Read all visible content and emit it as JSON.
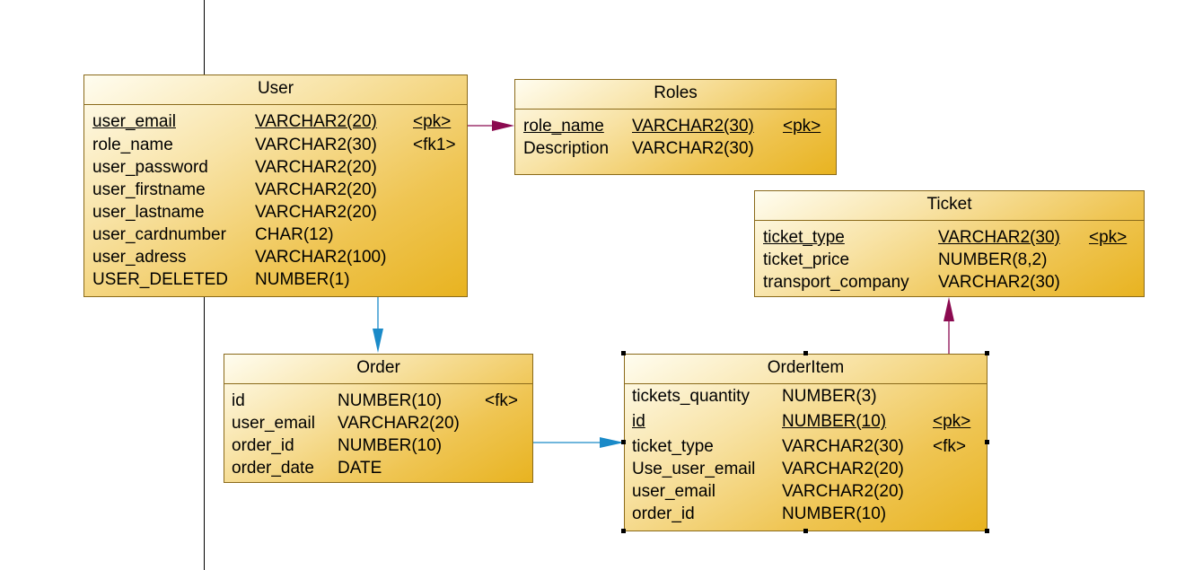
{
  "diagram": {
    "entities": {
      "user": {
        "name": "User",
        "rows": [
          {
            "col": "user_email",
            "type": "VARCHAR2(20)",
            "key": "<pk>",
            "underline": true
          },
          {
            "col": "role_name",
            "type": "VARCHAR2(30)",
            "key": "<fk1>",
            "underline": false
          },
          {
            "col": "user_password",
            "type": "VARCHAR2(20)",
            "key": "",
            "underline": false
          },
          {
            "col": "user_firstname",
            "type": "VARCHAR2(20)",
            "key": "",
            "underline": false
          },
          {
            "col": "user_lastname",
            "type": "VARCHAR2(20)",
            "key": "",
            "underline": false
          },
          {
            "col": "user_cardnumber",
            "type": "CHAR(12)",
            "key": "",
            "underline": false
          },
          {
            "col": "user_adress",
            "type": "VARCHAR2(100)",
            "key": "",
            "underline": false
          },
          {
            "col": "USER_DELETED",
            "type": "NUMBER(1)",
            "key": "",
            "underline": false
          }
        ]
      },
      "roles": {
        "name": "Roles",
        "rows": [
          {
            "col": "role_name",
            "type": "VARCHAR2(30)",
            "key": "<pk>",
            "underline": true
          },
          {
            "col": "Description",
            "type": "VARCHAR2(30)",
            "key": "",
            "underline": false
          }
        ]
      },
      "ticket": {
        "name": "Ticket",
        "rows": [
          {
            "col": "ticket_type",
            "type": "VARCHAR2(30)",
            "key": "<pk>",
            "underline": true
          },
          {
            "col": "ticket_price",
            "type": "NUMBER(8,2)",
            "key": "",
            "underline": false
          },
          {
            "col": "transport_company",
            "type": "VARCHAR2(30)",
            "key": "",
            "underline": false
          }
        ]
      },
      "order": {
        "name": "Order",
        "rows": [
          {
            "col": "id",
            "type": "NUMBER(10)",
            "key": "<fk>",
            "underline": false
          },
          {
            "col": "user_email",
            "type": "VARCHAR2(20)",
            "key": "",
            "underline": false
          },
          {
            "col": "order_id",
            "type": "NUMBER(10)",
            "key": "",
            "underline": false
          },
          {
            "col": "order_date",
            "type": "DATE",
            "key": "",
            "underline": false
          }
        ]
      },
      "orderitem": {
        "name": "OrderItem",
        "rows": [
          {
            "col": "tickets_quantity",
            "type": "NUMBER(3)",
            "key": "",
            "underline": false
          },
          {
            "col": "id",
            "type": "NUMBER(10)",
            "key": "<pk>",
            "underline": true
          },
          {
            "col": "ticket_type",
            "type": "VARCHAR2(30)",
            "key": "<fk>",
            "underline": false
          },
          {
            "col": "Use_user_email",
            "type": "VARCHAR2(20)",
            "key": "",
            "underline": false
          },
          {
            "col": "user_email",
            "type": "VARCHAR2(20)",
            "key": "",
            "underline": false
          },
          {
            "col": "order_id",
            "type": "NUMBER(10)",
            "key": "",
            "underline": false
          }
        ]
      }
    },
    "relationships": [
      {
        "from": "User",
        "to": "Roles",
        "color": "#8b0a50"
      },
      {
        "from": "User",
        "to": "Order",
        "color": "#1a8ac8"
      },
      {
        "from": "Order",
        "to": "OrderItem",
        "color": "#1a8ac8"
      },
      {
        "from": "OrderItem",
        "to": "Ticket",
        "color": "#8b0a50"
      }
    ]
  }
}
